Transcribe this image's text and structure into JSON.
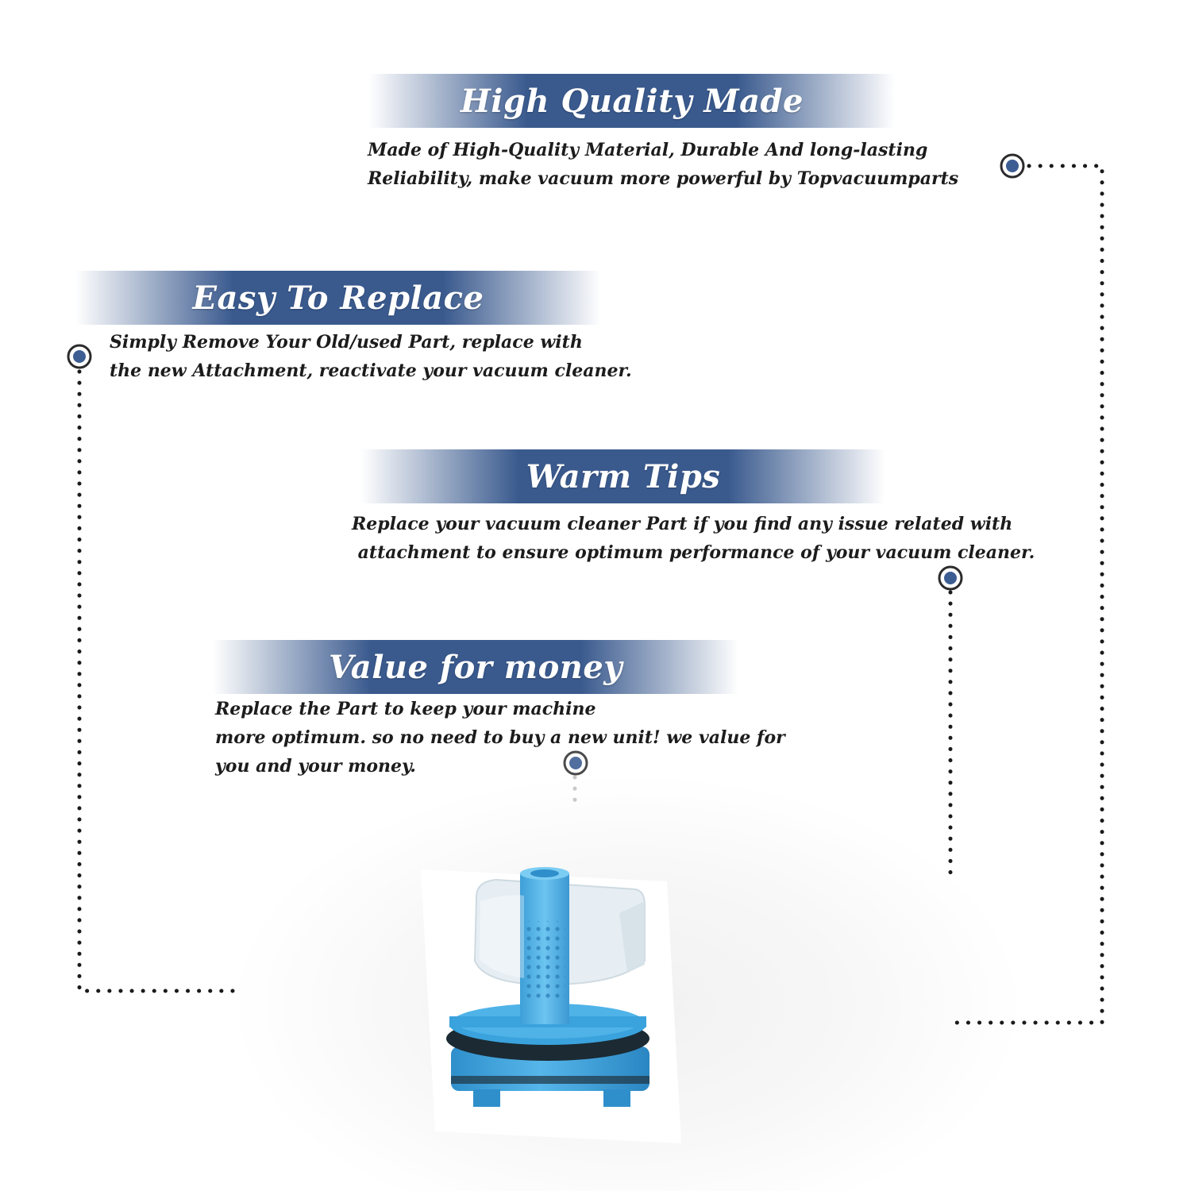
{
  "colors": {
    "banner_dark": "#3a5a8e",
    "banner_fade": "#ffffff",
    "bullet": "#3d5e93",
    "dots": "#1a1a1a",
    "product_blue": "#3fa3dc"
  },
  "features": [
    {
      "title": "High Quality Made",
      "lines": [
        "Made of  High-Quality Material, Durable And long-lasting",
        "Reliability, make vacuum more powerful by Topvacuumparts"
      ]
    },
    {
      "title": "Easy To Replace",
      "lines": [
        "Simply Remove Your Old/used Part, replace with",
        "the new Attachment, reactivate your vacuum cleaner."
      ]
    },
    {
      "title": "Warm Tips",
      "lines": [
        "Replace your vacuum cleaner Part if you find any issue related with",
        " attachment to ensure optimum performance of your vacuum cleaner."
      ]
    },
    {
      "title": "Value for money",
      "lines": [
        "Replace the Part to keep your machine",
        "more optimum. so no need to buy a new unit! we value for",
        "you and your money."
      ]
    }
  ],
  "product": {
    "icon": "vacuum-filter-product-icon"
  }
}
